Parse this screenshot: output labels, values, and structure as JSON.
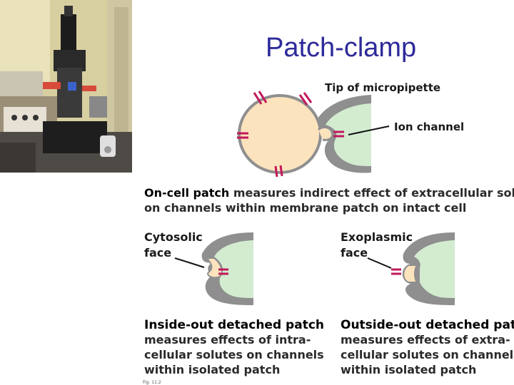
{
  "slide": {
    "title": "Patch-clamp",
    "footnote": "Fig. 11.2"
  },
  "photo": {
    "subject": "patch-clamp microscope rig"
  },
  "top_diagram": {
    "pipette_label": "Tip of micropipette",
    "channel_label": "Ion channel",
    "caption_bold": "On-cell patch",
    "caption_rest_line1": " measures indirect effect of extracellular solutes",
    "caption_line2": "on channels within membrane patch on intact cell"
  },
  "left_diagram": {
    "face_label_line1": "Cytosolic",
    "face_label_line2": "face",
    "caption_title": "Inside-out detached patch",
    "caption_line1": "measures effects of intra-",
    "caption_line2": "cellular solutes on channels",
    "caption_line3": "within isolated patch"
  },
  "right_diagram": {
    "face_label_line1": "Exoplasmic",
    "face_label_line2": "face",
    "caption_title": "Outside-out detached patch",
    "caption_line1": "measures effects of extra-",
    "caption_line2": "cellular solutes on channels",
    "caption_line3": "within isolated patch"
  },
  "colors": {
    "title": "#2e2a9a",
    "cell": "#fbe3bd",
    "pipette_fill": "#d3ecd0",
    "pipette_wall": "#8f8f8f",
    "channel": "#c2185b"
  }
}
